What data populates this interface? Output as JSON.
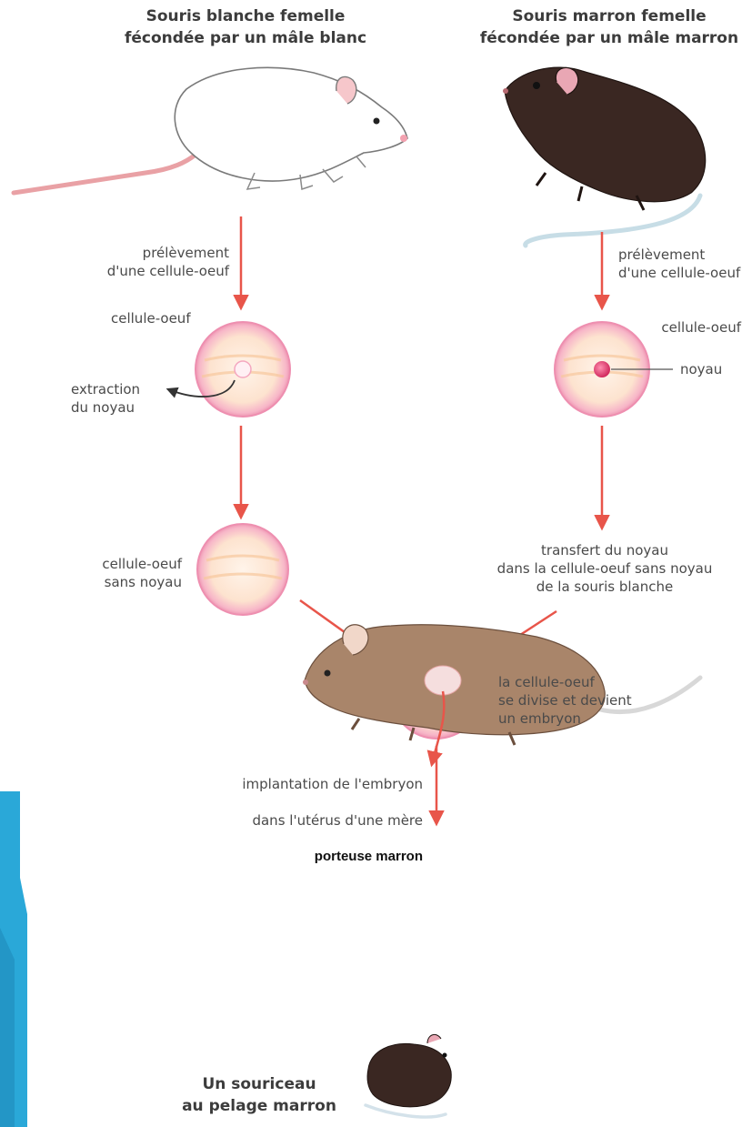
{
  "titles": {
    "white_mouse": "Souris blanche femelle\nfécondée par un mâle blanc",
    "brown_mouse": "Souris marron femelle\nfécondée par un mâle  marron",
    "offspring": "Un souriceau\nau pelage marron"
  },
  "labels": {
    "sampling_left": "prélèvement\nd'une cellule-oeuf",
    "sampling_right": "prélèvement\nd'une cellule-oeuf",
    "egg_left": "cellule-oeuf",
    "egg_right": "cellule-oeuf",
    "nucleus": "noyau",
    "extraction": "extraction\ndu noyau",
    "egg_no_nucleus": "cellule-oeuf\nsans noyau",
    "transfer": "transfert du noyau\ndans la cellule-oeuf sans noyau\nde la souris blanche",
    "divides": "la cellule-oeuf\nse divise et devient\nun embryon",
    "implant_line1": "implantation de l'embryon",
    "implant_line2": "dans l'utérus d'une mère",
    "implant_line3": "porteuse marron"
  },
  "colors": {
    "arrow": "#e8554a",
    "cell_outer": "#f0a9c0",
    "cell_inner": "#fde3c8",
    "nucleus": "#e03a6e",
    "white_mouse": "#ffffff",
    "dark_mouse": "#3a2722",
    "surrogate_mouse": "#a9856a",
    "accent_blue": "#2aa8d8"
  },
  "icons": {
    "white_mouse": "white-mouse-illustration",
    "brown_mouse": "brown-mouse-illustration",
    "surrogate_mouse": "surrogate-mouse-illustration",
    "baby_mouse": "baby-mouse-illustration"
  }
}
